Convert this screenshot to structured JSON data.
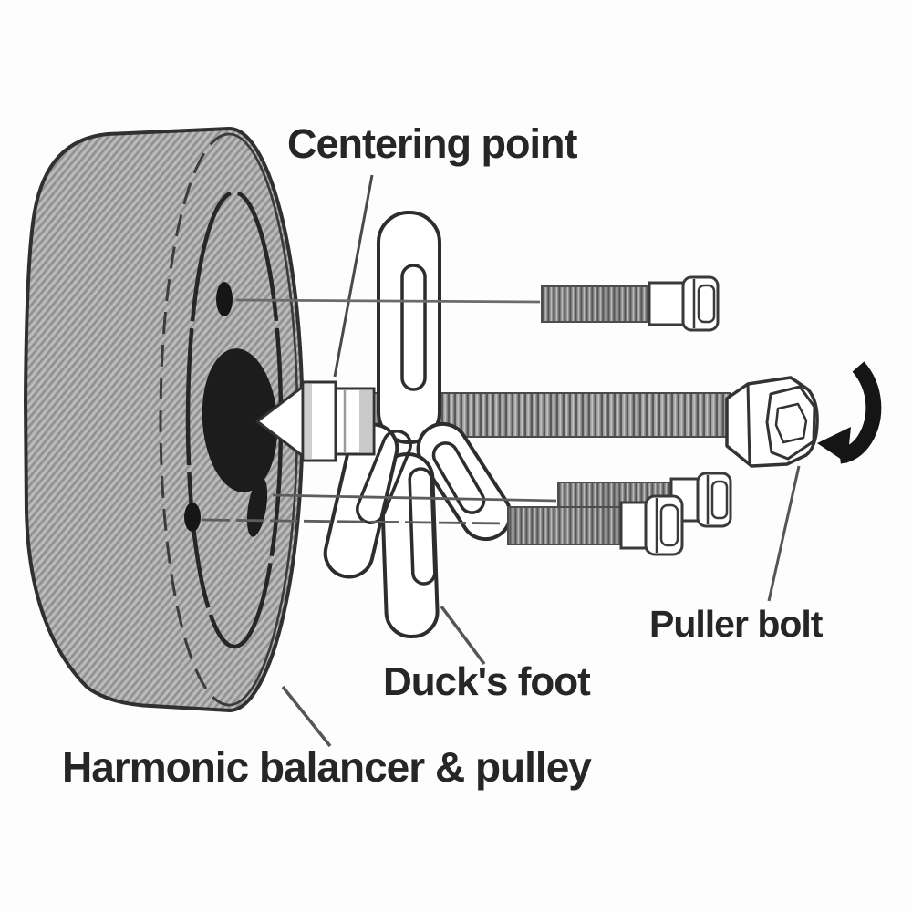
{
  "diagram": {
    "labels": {
      "centering_point": "Centering point",
      "puller_bolt": "Puller bolt",
      "ducks_foot": "Duck's foot",
      "harmonic_balancer": "Harmonic balancer & pulley"
    },
    "parts": [
      "harmonic-balancer-disc",
      "centering-point-cone",
      "ducks-foot-puller",
      "puller-bolt-shaft",
      "puller-bolt-hex-head",
      "attachment-bolt-top",
      "attachment-bolt-middle",
      "attachment-bolt-bottom",
      "rotation-arrow"
    ],
    "colors": {
      "background": "#fdfdfd",
      "outline": "#2e2e2e",
      "text": "#262626",
      "disc_fill": "#b0b0b0",
      "thread_fill": "#969696",
      "arrow": "#151515",
      "leader_line": "#6b6b6b"
    }
  }
}
